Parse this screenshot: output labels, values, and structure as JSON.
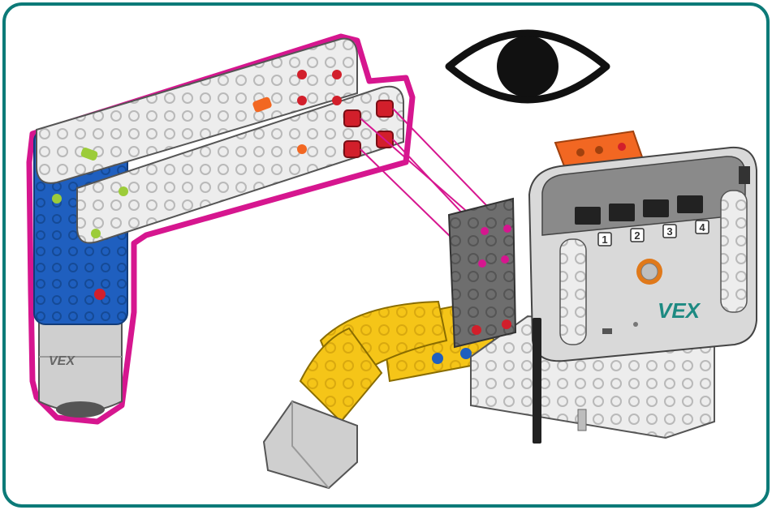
{
  "diagram": {
    "brand_text_brain": "VEX",
    "brand_text_motor": "VEX",
    "ports": [
      "1",
      "2",
      "3",
      "4"
    ],
    "icons": {
      "eye": "eye-icon"
    },
    "colors": {
      "frame_border": "#0c7a78",
      "highlight": "#d6168f",
      "blue": "#1f5fbf",
      "yellow": "#f5c518",
      "orange": "#f26722",
      "gray_light": "#e9e9e9",
      "gray_dark": "#6d6d6d",
      "red_peg": "#d21f2b",
      "green_peg": "#9ccc3a",
      "teal_logo": "#1d8a82"
    }
  }
}
